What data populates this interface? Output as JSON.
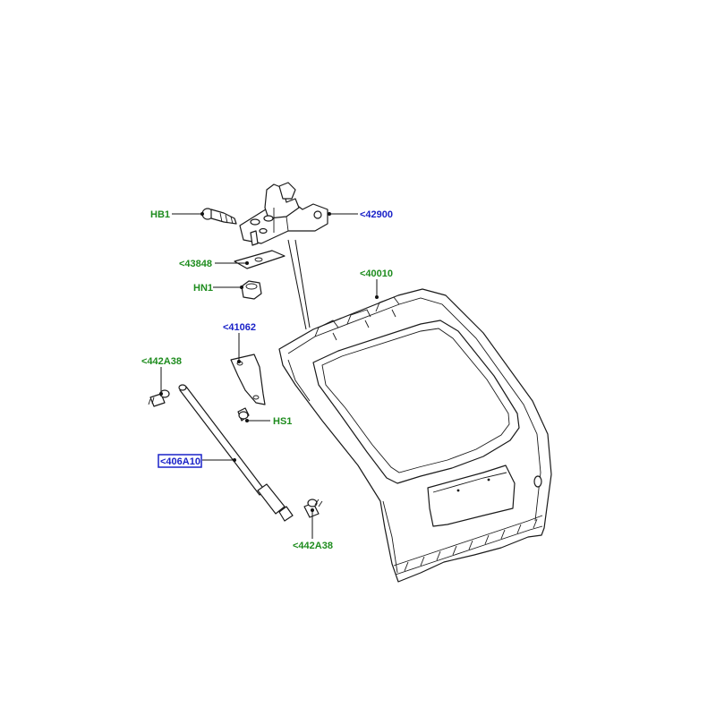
{
  "callouts": {
    "hb1": "HB1",
    "c42900": "<42900",
    "c43848": "<43848",
    "hn1": "HN1",
    "c40010": "<40010",
    "c41062": "<41062",
    "c442a38_top": "<442A38",
    "hs1": "HS1",
    "c406a10": "<406A10",
    "c442a38_bottom": "<442A38"
  },
  "colors": {
    "green_label": "#1e8c1e",
    "blue_label": "#1a22c8",
    "selected_border": "#1a22c8",
    "line": "#1a1a1a"
  },
  "selected_callout": "<406A10"
}
